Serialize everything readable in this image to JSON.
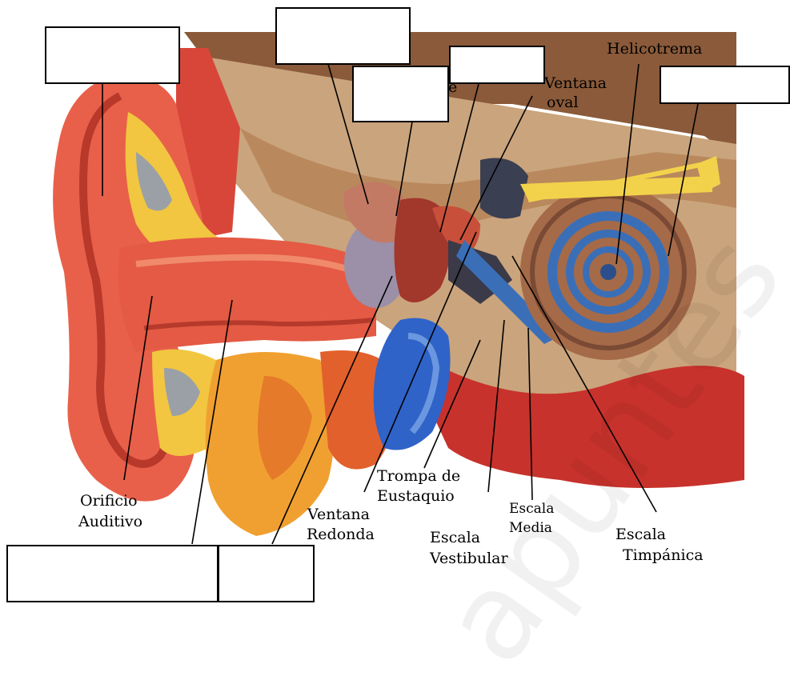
{
  "labels": {
    "helicotrema": "Helicotrema",
    "ventana_oval_line1": "Ventana",
    "ventana_oval_line2": "oval",
    "orificio_line1": "Orificio",
    "orificio_line2": "Auditivo",
    "ventana_redonda_line1": "Ventana",
    "ventana_redonda_line2": "Redonda",
    "trompa_line1": "Trompa de",
    "trompa_line2": "Eustaquio",
    "escala_media_line1": "Escala",
    "escala_media_line2": "Media",
    "escala_vestibular_line1": "Escala",
    "escala_vestibular_line2": "Vestibular",
    "escala_timpanica_line1": "Escala",
    "escala_timpanica_line2": "Timpánica",
    "hidden_fragment": "e"
  },
  "watermark": "apuntes",
  "colors": {
    "skin": "#e8604a",
    "cartilage": "#f0c030",
    "bone": "#c9a27a",
    "cochlea_blue": "#3a6fb8",
    "tube_blue": "#2f63c8",
    "nerve_yellow": "#f2d24a"
  }
}
